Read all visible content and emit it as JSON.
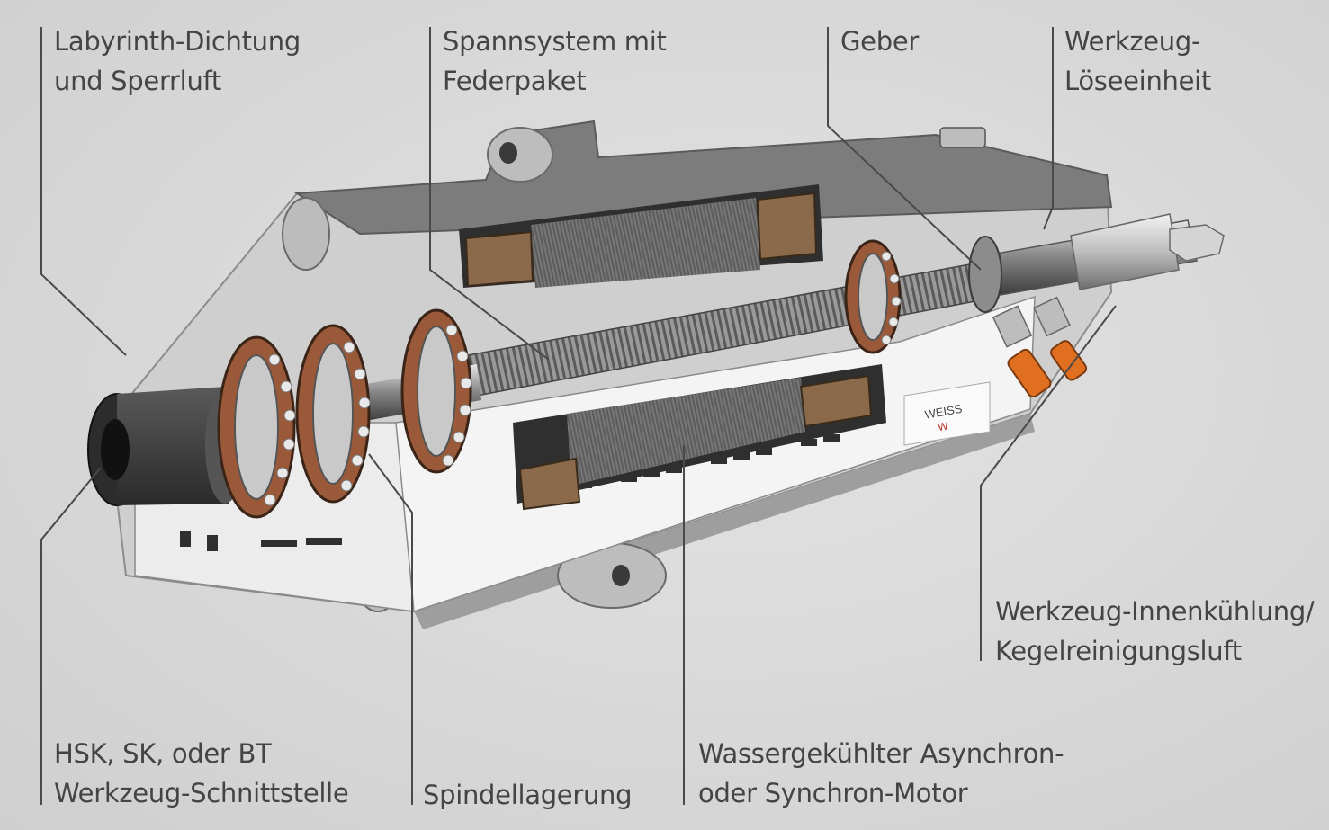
{
  "labels": {
    "labyrinth": {
      "line1": "Labyrinth-Dichtung",
      "line2": "und Sperrluft"
    },
    "spannsystem": {
      "line1": "Spannsystem mit",
      "line2": "Federpaket"
    },
    "geber": {
      "line1": "Geber"
    },
    "loese": {
      "line1": "Werkzeug-",
      "line2": "Löseeinheit"
    },
    "innenkuehlung": {
      "line1": "Werkzeug-Innenkühlung/",
      "line2": "Kegelreinigungsluft"
    },
    "schnittstelle": {
      "line1": "HSK, SK, oder BT",
      "line2": "Werkzeug-Schnittstelle"
    },
    "lagerung": {
      "line1": "Spindellagerung"
    },
    "motor": {
      "line1": "Wassergekühlter Asynchron-",
      "line2": "oder Synchron-Motor"
    }
  },
  "logo": {
    "text": "WEISS"
  },
  "colors": {
    "leader": "#4a4a4a",
    "text": "#444444",
    "winding": "#8a6a4a",
    "cage": "#9a5a3a",
    "accent_orange": "#e07020"
  }
}
